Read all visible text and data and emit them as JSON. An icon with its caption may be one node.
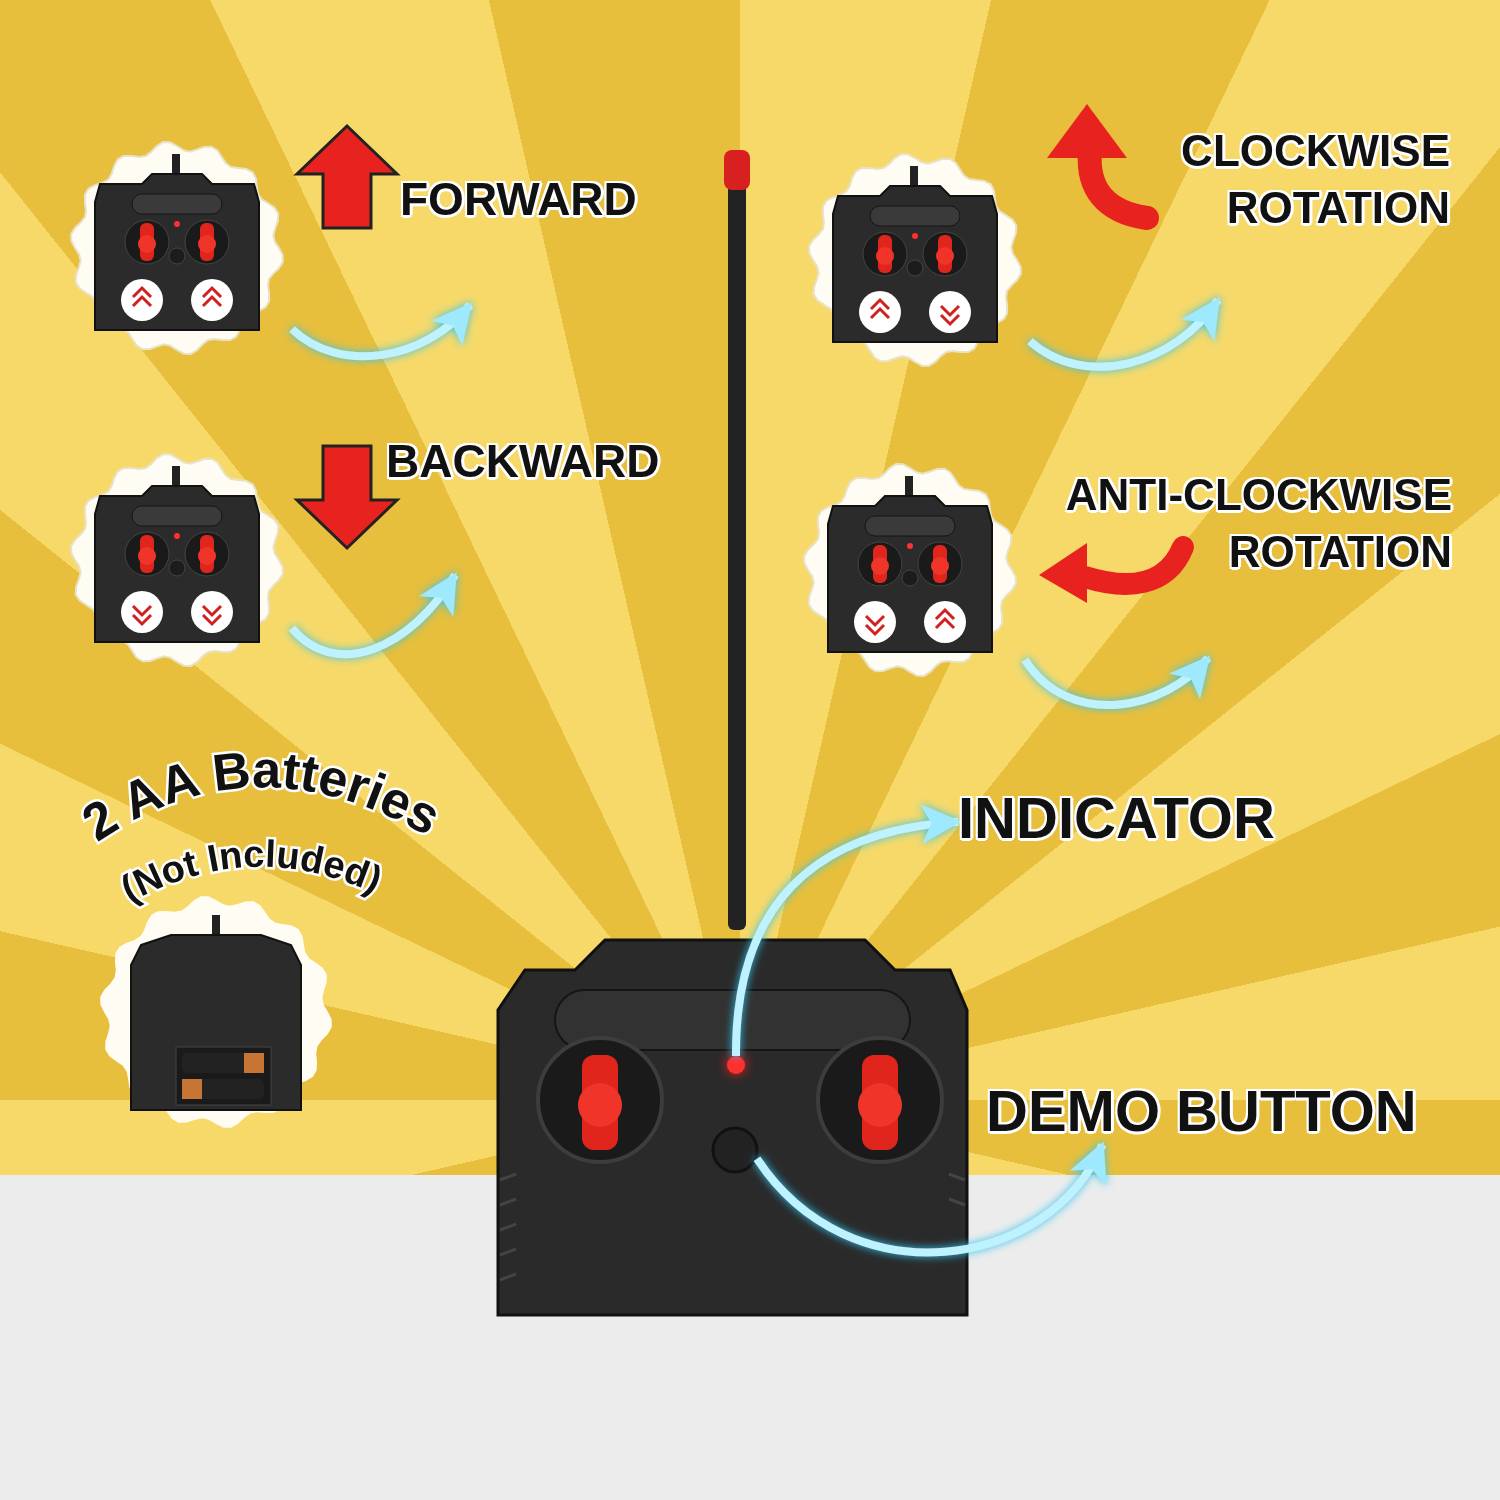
{
  "diagram": {
    "nodes": [
      {
        "text": [],
        "shape": "picture",
        "beside": [
          "FORWARD"
        ]
      },
      {
        "text": [],
        "shape": "picture",
        "beside": [
          "CLOCKWISE ROTATION"
        ]
      },
      {
        "text": [],
        "shape": "picture",
        "beside": [
          "BACKWARD"
        ]
      },
      {
        "text": [],
        "shape": "picture",
        "beside": [
          "ANTI-CLOCKWISE ROTATION"
        ]
      },
      {
        "text": [],
        "shape": "picture"
      },
      {
        "text": [],
        "shape": "circle",
        "in": 4
      },
      {
        "text": [],
        "shape": "circle",
        "in": 4
      },
      {
        "text": [
          "INDICATOR"
        ]
      },
      {
        "text": [
          "DEMO BUTTON"
        ]
      }
    ],
    "edges": [
      {
        "from": 0,
        "to": null,
        "arrow": "to"
      },
      {
        "from": 1,
        "to": null,
        "arrow": "to"
      },
      {
        "from": 2,
        "to": null,
        "arrow": "to"
      },
      {
        "from": 3,
        "to": null,
        "arrow": "to"
      },
      {
        "from": 5,
        "to": 7,
        "arrow": "to"
      },
      {
        "from": 6,
        "to": 8,
        "arrow": "to"
      }
    ],
    "labels": [
      "2 AA Batteries",
      "(Not Included)"
    ]
  }
}
